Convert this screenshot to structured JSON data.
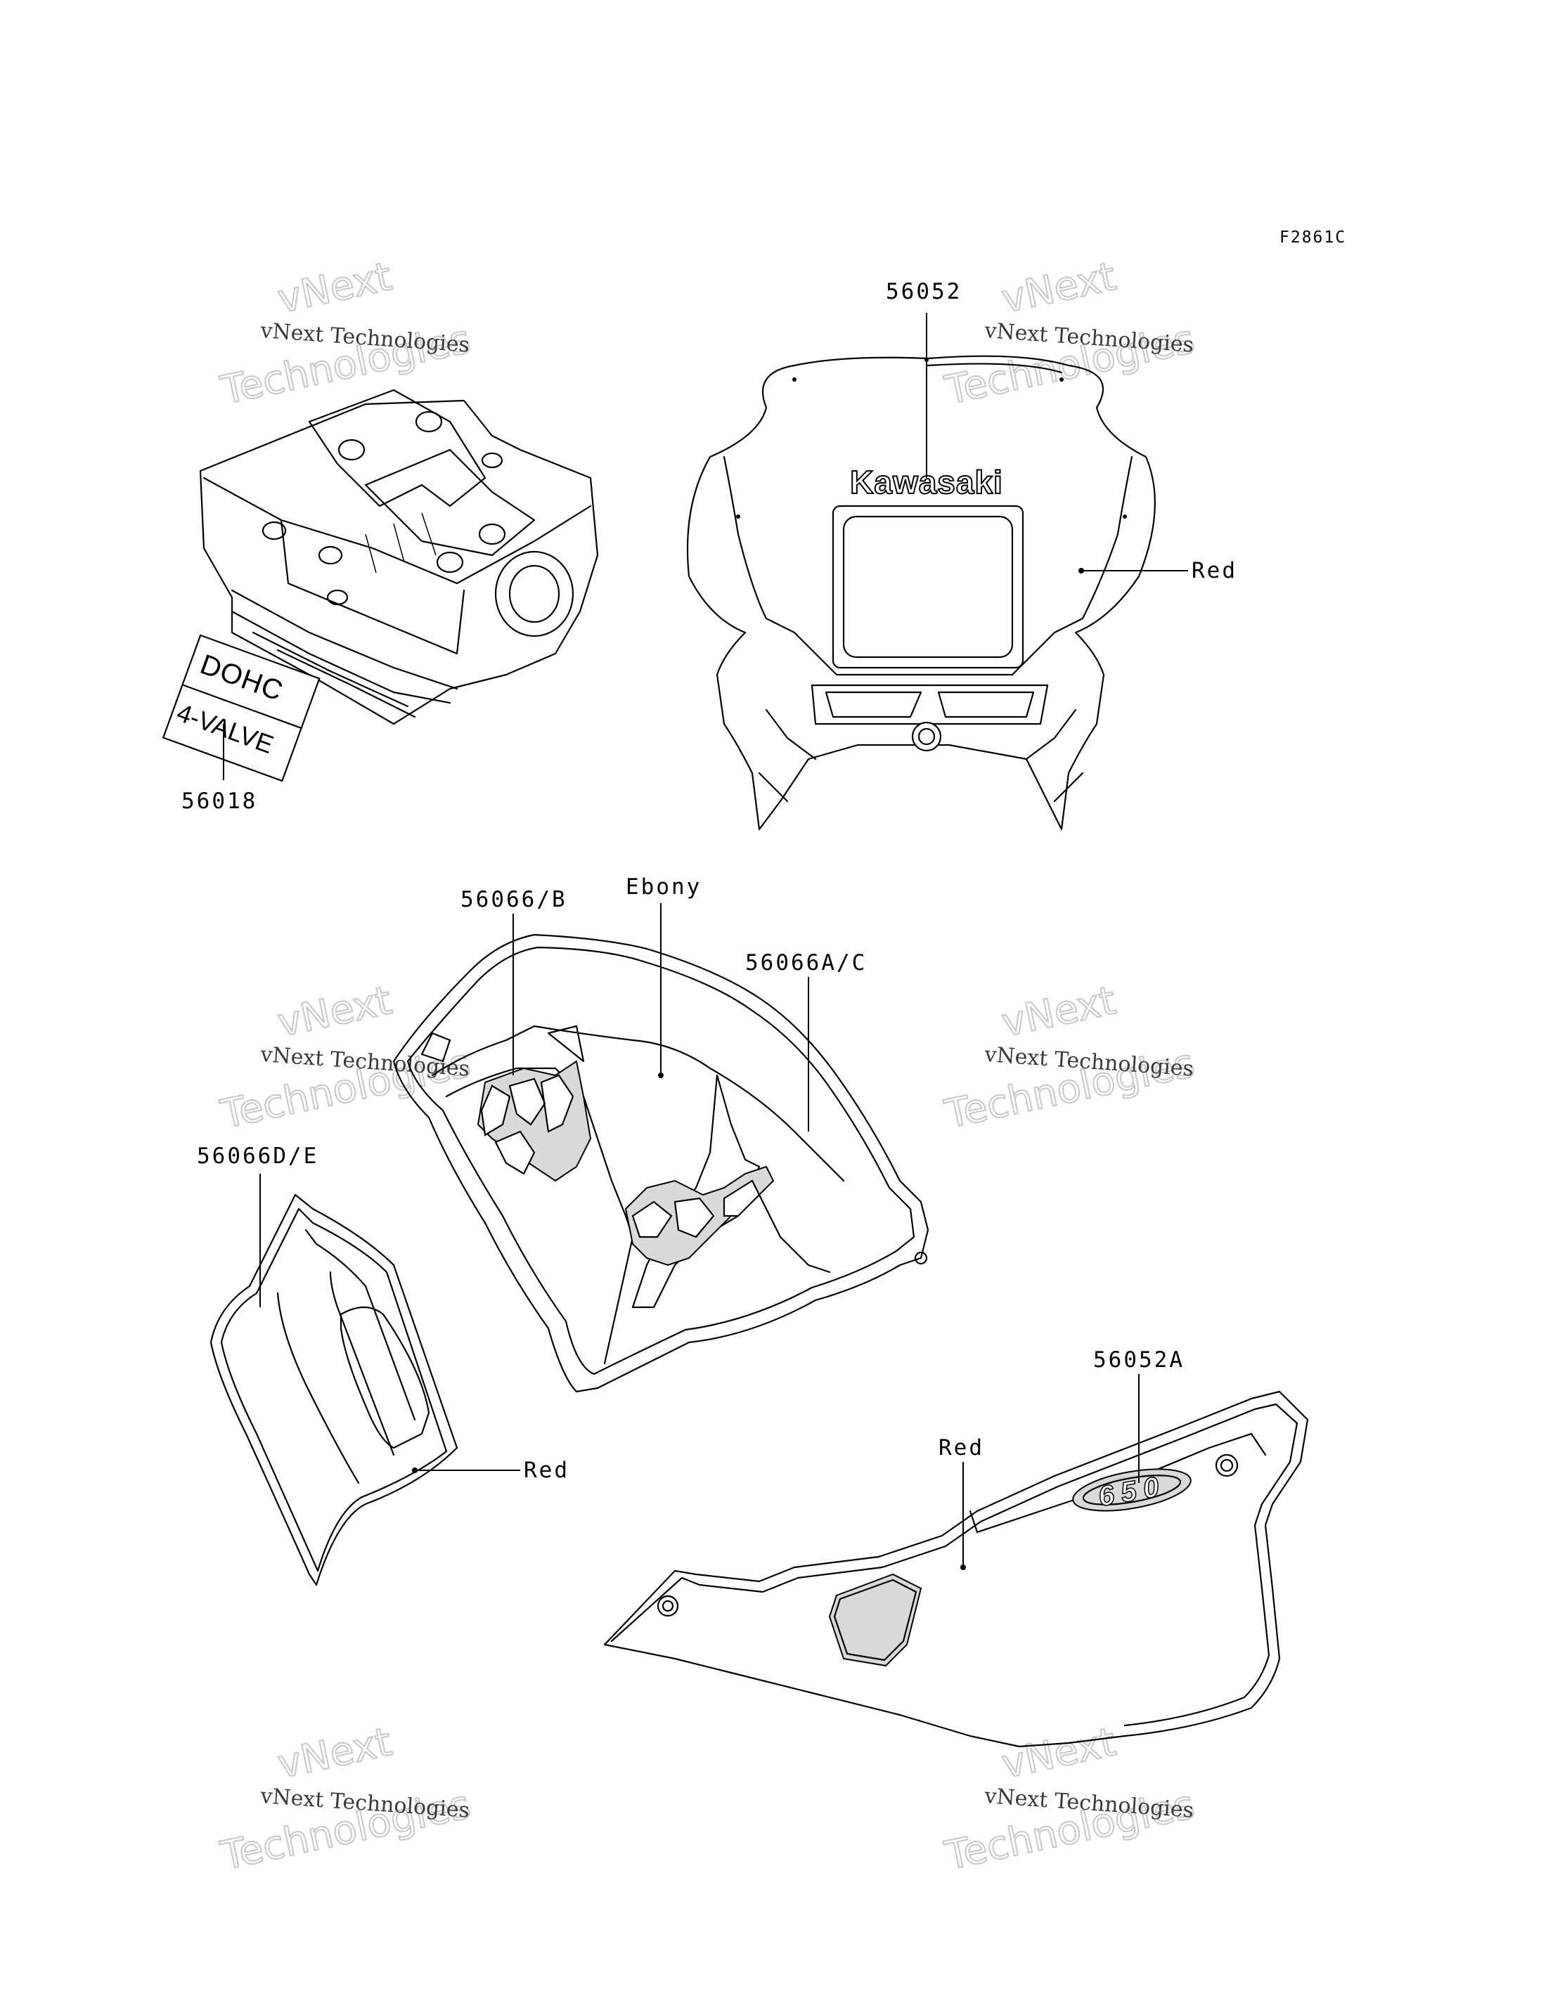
{
  "figure_code": "F2861C",
  "watermark": {
    "line": "vNext Technologies",
    "big_word_1": "vNext",
    "big_word_2": "Technologies"
  },
  "parts": {
    "p56018": {
      "number": "56018",
      "decal_line1": "DOHC",
      "decal_line2": "4-VALVE"
    },
    "p56052": {
      "number": "56052",
      "brand": "Kawasaki",
      "color": "Red"
    },
    "p56066b": {
      "number": "56066/B"
    },
    "p56066ac": {
      "number": "56066A/C",
      "color": "Ebony"
    },
    "p56066de": {
      "number": "56066D/E",
      "color": "Red"
    },
    "p56052a": {
      "number": "56052A",
      "color": "Red",
      "emblem": "650"
    }
  }
}
